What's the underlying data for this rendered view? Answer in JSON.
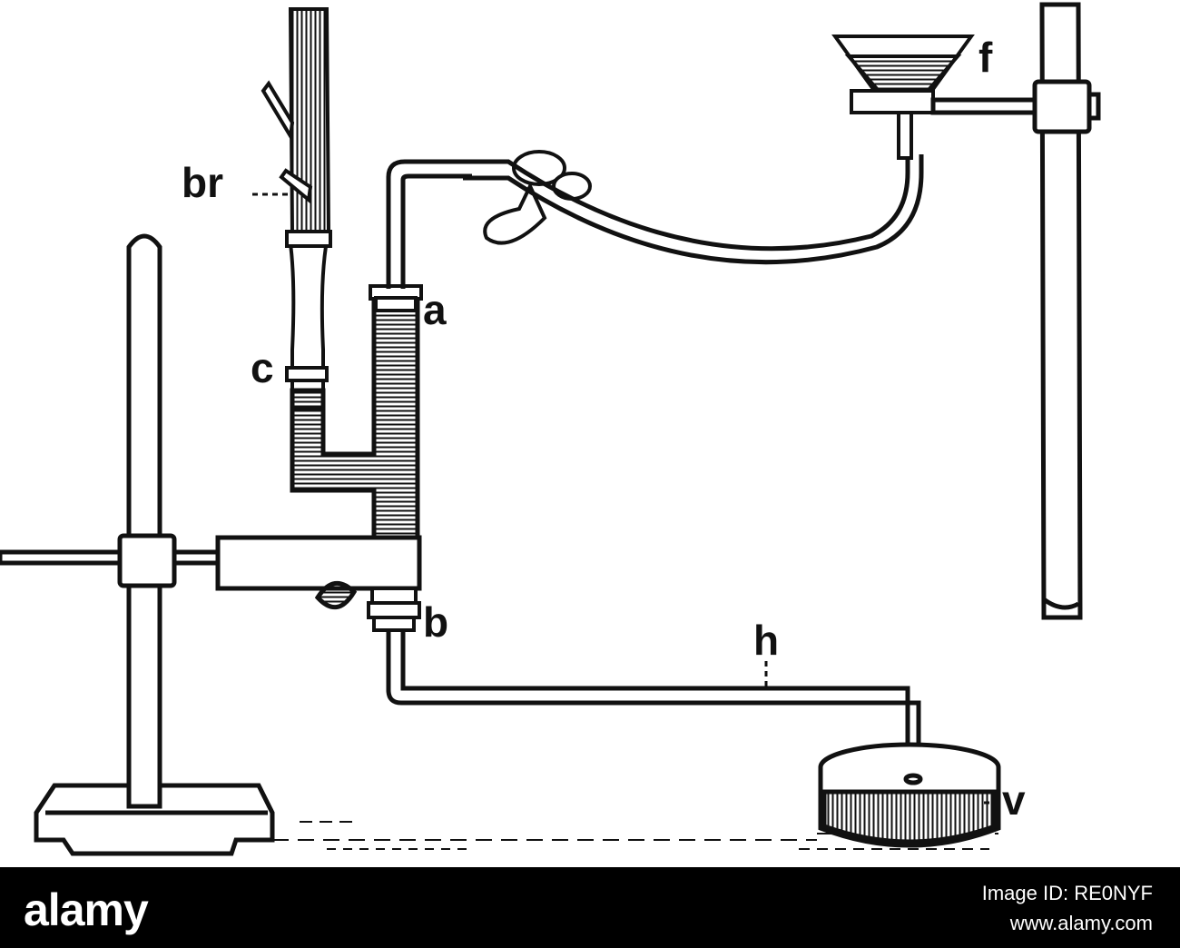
{
  "labels": {
    "br": "br",
    "a": "a",
    "c": "c",
    "f": "f",
    "b": "b",
    "h": "h",
    "v": "v"
  },
  "watermark": {
    "brand": "alamy",
    "image_id_caption": "Image ID: RE0NYF",
    "site": "www.alamy.com"
  },
  "colors": {
    "ink": "#111111",
    "paper": "#ffffff",
    "footer": "#000000"
  }
}
